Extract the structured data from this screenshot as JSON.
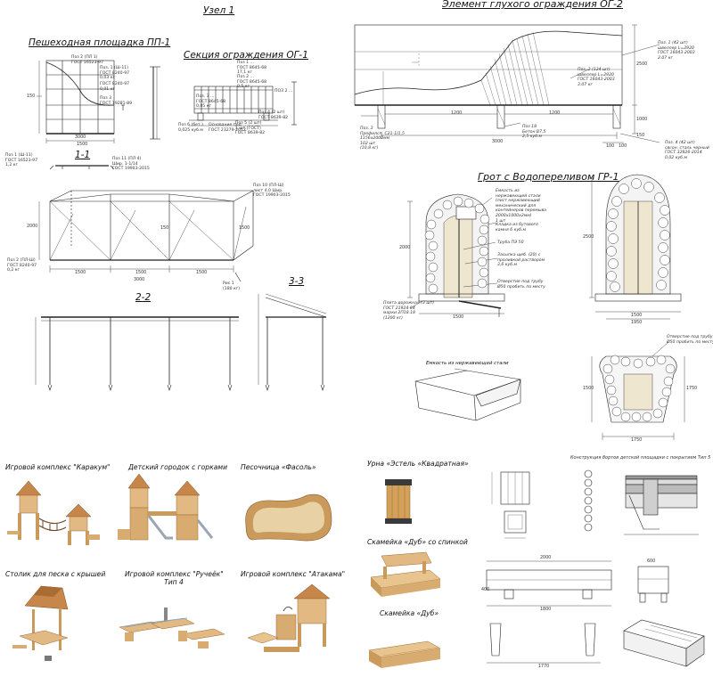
{
  "titles": {
    "uzel": "Узел 1",
    "og2": "Элемент глухого ограждения ОГ-2",
    "pp1": "Пешеходная площадка ПП-1",
    "og1": "Секция ограждения ОГ-1",
    "s11": "1-1",
    "s22": "2-2",
    "s33": "3-3",
    "grot": "Грот с Водопереливом ГР-1"
  },
  "og2": {
    "dims": {
      "d1200a": "1200",
      "d1200b": "1200",
      "d3000": "3000",
      "d100a": "100",
      "d100b": "100",
      "d2500": "2500",
      "d1000": "1000",
      "d150": "150"
    },
    "notes": {
      "poz1": "Поз. 1 (42 шт)\nшвеллер L=2920\nГОСТ 16043-2003\n2.07 кг",
      "poz2": "Поз. 2 (124 шт)\nшвеллер L=2920\nГОСТ 16043-2003\n3.07 кг",
      "poz3": "Поз. 3\nПрофилсп. С21-1/1,5\n1156x2000мм\n102 шт\n(10,8 кг)",
      "poz18": "Поз 18\nБетон В7,5\n2,5 куб.м",
      "poz4": "Поз. 4 (42 шт)\nсвсон. сталь черный\nГОСТ 32826-2014\n0,02 куб.м"
    }
  },
  "grot": {
    "notes": {
      "n1": "Емкость из\nнержавеющей стали\n(лист нержавеющий\nмеханический для\nконтейнеров перемыва\n2000х1000х2мм)\n1 шт",
      "n2": "Кладка из бутового\nкамня 6 куб.м",
      "n3": "Труба ПЭ 50",
      "n4": "Засыпка щеб. (20) с\nпроливкой раствором\n3,6 куб.м",
      "n5": "Отверстие под трубу\nØ50 пробить по месту",
      "n6": "Плита дорожная (3 шт)\nГОСТ 21924-84\nмарки 2П18.18\n(1200 кг)",
      "n7": "Отверстие под трубу\nØ50 пробить по месту",
      "tank": "Емкость из нержавеющей стали"
    },
    "dims": {
      "d2000": "2000",
      "d1500a": "1500",
      "d2500": "2500",
      "d1500b": "1500",
      "d1950": "1950",
      "d1500c": "1500",
      "d1750a": "1750",
      "d1750b": "1750"
    }
  },
  "pp1": {
    "notes": {
      "a": "Поз 2 (ПЛ 1)\nГОСТ 16523-97",
      "b": "Поз. 1 (Ш-11)\nГОСТ 8240-97\n0,03 кг",
      "c": "ГОСТ 8240-97\n0,01 кг",
      "d": "Поз 3\nГОСТ 19281-89"
    },
    "dims": {
      "d1": "1500",
      "d2": "3000",
      "d3": "150"
    }
  },
  "og1": {
    "notes": {
      "a": "Поз 1 ...\nГОСТ 8645-68\n17,1 кг",
      "b": "Поз 2 ...\nГОСТ 8645-68\n0,5 кг",
      "c": "Поз. 3 ...\nГОСТ 8645-68\n0,05 кг",
      "d": "ПОЗ 2 ...",
      "e": "Поз 6 (бет.)\n0,025 куб.м",
      "f": "Основание под\nГОСТ 23279-2012",
      "g": "Поз 5 (2 шт)\n1 шт (ГОСТ)\nГОСТ 8639-82",
      "h": "Поз 4 (2 шт)\nГОСТ 8639-82"
    }
  },
  "s11": {
    "notes": {
      "a": "Поз 1 (Ш-11)\nГОСТ 16523-97\n1,2 кг",
      "b": "Поз 10 (ПЛ-Ш)\nлист 4,0 Шир.\nГОСТ 19903-2015",
      "c": "Поз 2 (ПЛ-Ш)\nГОСТ 8240-97\n0,2 кг",
      "d": "Поз 11 (ПЛ 4)\nШир. 1-1/14\nГОСТ 19903-2015",
      "e": "Рис 1\n(180 кг)"
    },
    "dims": {
      "a": "1500",
      "b": "1500",
      "c": "3000",
      "d": "2000",
      "e": "1500",
      "f": "1500",
      "g": "150"
    }
  },
  "products": {
    "karakum": "Игровой комплекс \"Каракум\"",
    "gorodok": "Детский городок с горками",
    "fasol": "Песочница «Фасоль»",
    "urna": "Урна «Эстель «Квадратная»",
    "dub_back": "Скамейка «Дуб» со спинкой",
    "dub": "Скамейка «Дуб»",
    "stolik": "Столик для песка с крышей",
    "ruchek": "Игровой комплекс \"Ручеёк\"\nТип 4",
    "atakama": "Игровой комплекс \"Атакама\""
  },
  "bort": {
    "title": "Конструкция бортов детской площадки с покрытием Тип 5",
    "dims": {
      "a": "2000",
      "b": "1800",
      "c": "600",
      "d": "400",
      "e": "1770"
    }
  },
  "colors": {
    "line": "#222222",
    "wood": "#d9b074",
    "woodDark": "#b98a4e",
    "stone": "#bdbdbd",
    "fill": "#efe6cf",
    "metal": "#555555"
  }
}
